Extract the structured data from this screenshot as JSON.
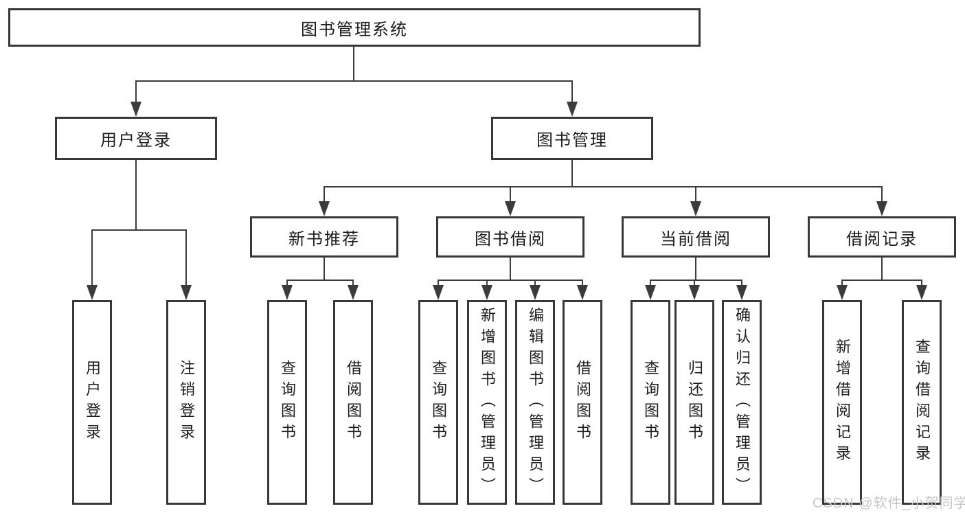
{
  "tree": {
    "label": "图书管理系统",
    "children": [
      {
        "label": "用户登录",
        "children": [
          {
            "label": "用户登录"
          },
          {
            "label": "注销登录"
          }
        ]
      },
      {
        "label": "图书管理",
        "children": [
          {
            "label": "新书推荐",
            "children": [
              {
                "label": "查询图书"
              },
              {
                "label": "借阅图书"
              }
            ]
          },
          {
            "label": "图书借阅",
            "children": [
              {
                "label": "查询图书"
              },
              {
                "label": "新增图书（管理员）"
              },
              {
                "label": "编辑图书（管理员）"
              },
              {
                "label": "借阅图书"
              }
            ]
          },
          {
            "label": "当前借阅",
            "children": [
              {
                "label": "查询图书"
              },
              {
                "label": "归还图书"
              },
              {
                "label": "确认归还（管理员）"
              }
            ]
          },
          {
            "label": "借阅记录",
            "children": [
              {
                "label": "新增借阅记录"
              },
              {
                "label": "查询借阅记录"
              }
            ]
          }
        ]
      }
    ]
  },
  "watermark": {
    "text": "CSDN @软件_小贺同学"
  },
  "colors": {
    "line": "#3b3b3b",
    "box_border": "#383838",
    "text": "#1c1c1c",
    "watermark": "#c7c6cb",
    "background": "#ffffff"
  }
}
